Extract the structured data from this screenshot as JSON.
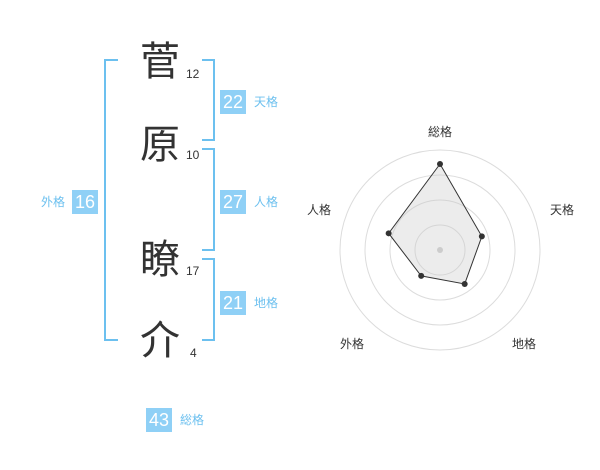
{
  "name": {
    "chars": [
      {
        "char": "菅",
        "strokes": "12"
      },
      {
        "char": "原",
        "strokes": "10"
      },
      {
        "char": "瞭",
        "strokes": "17"
      },
      {
        "char": "介",
        "strokes": "4"
      }
    ]
  },
  "scores": {
    "tenkaku": {
      "value": "22",
      "label": "天格"
    },
    "jinkaku": {
      "value": "27",
      "label": "人格"
    },
    "chikaku": {
      "value": "21",
      "label": "地格"
    },
    "gaikaku": {
      "value": "16",
      "label": "外格"
    },
    "soukaku": {
      "value": "43",
      "label": "総格"
    }
  },
  "colors": {
    "accent": "#8fd0f6",
    "accent_text": "#6cc0ef",
    "bracket": "#6cc0ef"
  },
  "chart_data": {
    "type": "radar",
    "axes": [
      "総格",
      "天格",
      "地格",
      "外格",
      "人格"
    ],
    "values": [
      43,
      22,
      21,
      16,
      27
    ],
    "rings": 4
  }
}
